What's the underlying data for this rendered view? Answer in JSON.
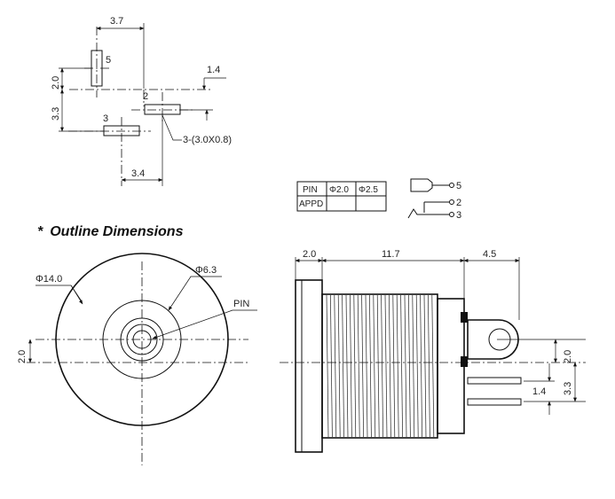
{
  "heading": "Outline Dimensions",
  "heading_bullet": "*",
  "footprint": {
    "dim_3_7": "3.7",
    "dim_2_0": "2.0",
    "dim_1_4": "1.4",
    "dim_3_3": "3.3",
    "dim_3_4": "3.4",
    "pad_note": "3-(3.0X0.8)",
    "pin_5": "5",
    "pin_2": "2",
    "pin_3": "3"
  },
  "table": {
    "headers": [
      "PIN",
      "Φ2.0",
      "Φ2.5"
    ],
    "row_label": "APPD",
    "cells": [
      "",
      ""
    ]
  },
  "schematic": {
    "pin_5": "5",
    "pin_2": "2",
    "pin_3": "3"
  },
  "front_view": {
    "dia_outer": "Φ14.0",
    "dia_inner": "Φ6.3",
    "pin_label": "PIN",
    "dim_2_0": "2.0"
  },
  "side_view": {
    "dim_2_0_top": "2.0",
    "dim_11_7": "11.7",
    "dim_4_5": "4.5",
    "dim_2_0_right": "2.0",
    "dim_1_4": "1.4",
    "dim_3_3": "3.3"
  }
}
